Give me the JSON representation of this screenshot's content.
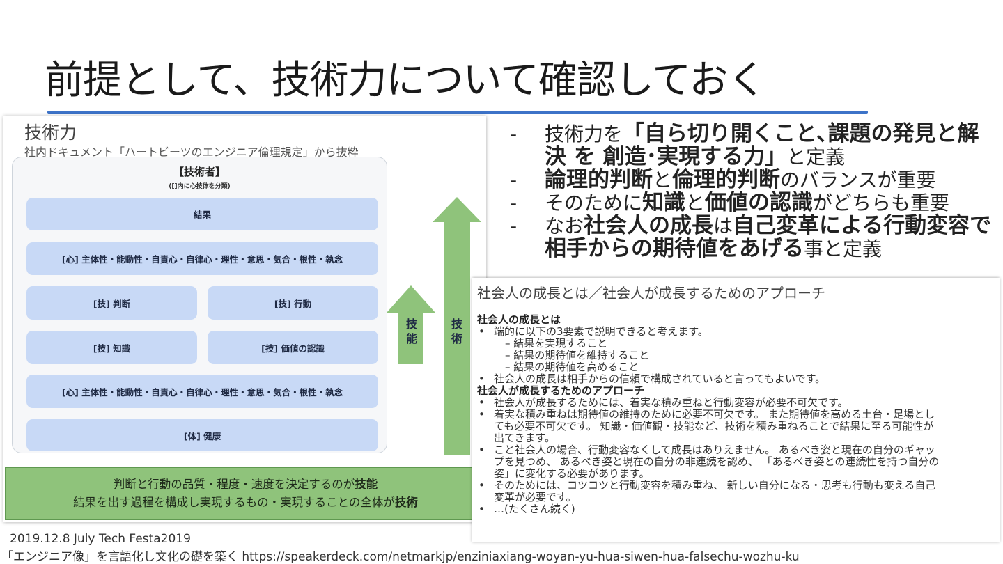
{
  "slide": {
    "title": "前提として、技術力について確認しておく",
    "accent_color": "#3d73c8"
  },
  "left_panel": {
    "heading": "技術力",
    "subheading": "社内ドキュメント「ハートビーツのエンジニア倫理規定」から抜粋",
    "box_title": "【技術者】",
    "box_subtitle": "([]内に心技体を分類)",
    "bars": {
      "result": "結果",
      "heart_top": "[心] 主体性・能動性・自責心・自律心・理性・意思・気合・根性・執念",
      "judgment": "[技] 判断",
      "action": "[技] 行動",
      "knowledge": "[技] 知識",
      "value_recognition": "[技] 価値の認識",
      "heart_bottom": "[心] 主体性・能動性・自責心・自律心・理性・意思・気合・根性・執念",
      "health": "[体] 健康"
    },
    "arrow_short_label": "技能",
    "arrow_tall_label": "技術",
    "arrow_color": "#8fc37b",
    "bottom_band": {
      "line1_pre": "判断と行動の品質・程度・速度を決定するのが",
      "line1_bold": "技能",
      "line2_pre": "結果を出す過程を構成し実現するもの・実現することの全体が",
      "line2_bold": "技術"
    }
  },
  "bullets": {
    "dash": "-",
    "b1_pre": "技術力を",
    "b1_bold": "「自ら切り開くこと､課題の発見と解決 を 創造･実現する力」",
    "b1_post": "と定義",
    "b2_bold1": "論理的判断",
    "b2_mid": "と",
    "b2_bold2": "倫理的判断",
    "b2_post": "のバランスが重要",
    "b3_pre": "そのために",
    "b3_bold1": "知識",
    "b3_mid": "と",
    "b3_bold2": "価値の認識",
    "b3_post": "がどちらも重要",
    "b4_pre": "なお",
    "b4_bold1": "社会人の成長",
    "b4_mid": "は",
    "b4_bold2": "自己変革による行動変容で相手からの期待値をあげる",
    "b4_post": "事と定義"
  },
  "right_panel": {
    "title": "社会人の成長とは／社会人が成長するためのアプローチ",
    "bullet_glyph": "•",
    "section1_heading": "社会人の成長とは",
    "s1_item1": "端的に以下の3要素で説明できると考えます。",
    "s1_sub1": "– 結果を実現すること",
    "s1_sub2": "– 結果の期待値を維持すること",
    "s1_sub3": "– 結果の期待値を高めること",
    "s1_item2": "社会人の成長は相手からの信頼で構成されていると言ってもよいです。",
    "section2_heading": "社会人が成長するためのアプローチ",
    "s2_item1": "社会人が成長するためには、着実な積み重ねと行動変容が必要不可欠です。",
    "s2_item2a": "着実な積み重ねは期待値の維持のために必要不可欠です。 また期待値を高める土台・足場とし",
    "s2_item2b": "ても必要不可欠です。 知識・価値観・技能など、技術を積み重ねることで結果に至る可能性が",
    "s2_item2c": "出てきます。",
    "s2_item3a": "こと社会人の場合、行動変容なくして成長はありえません。 あるべき姿と現在の自分のギャッ",
    "s2_item3b": "プを見つめ、 あるべき姿と現在の自分の非連続を認め、 「あるべき姿との連続性を持つ自分の",
    "s2_item3c": "姿」に変化する必要があります。",
    "s2_item4a": "そのためには、コツコツと行動変容を積み重ね、 新しい自分になる・思考も行動も変える自己",
    "s2_item4b": "変革が必要です。",
    "s2_item5": "…(たくさん続く)"
  },
  "footer": {
    "event": "2019.12.8 July Tech Festa2019",
    "source": "「エンジニア像」を言語化し文化の礎を築く https://speakerdeck.com/netmarkjp/enziniaxiang-woyan-yu-hua-siwen-hua-falsechu-wozhu-ku"
  }
}
